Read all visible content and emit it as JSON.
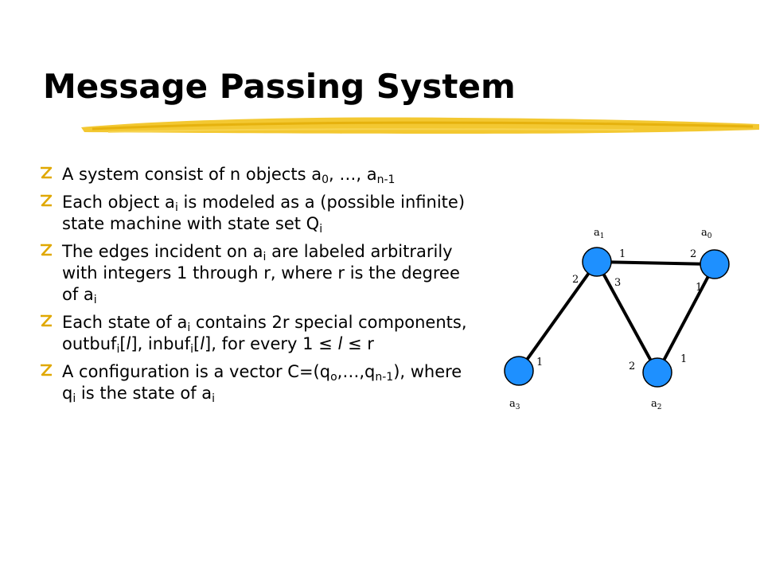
{
  "slide": {
    "title": "Message Passing System",
    "accent_color": "#f2c21b"
  },
  "bullets": [
    {
      "parts": [
        "A system consist of n objects a",
        "0",
        ", …, a",
        "n-1"
      ]
    },
    {
      "parts": [
        "Each object a",
        "i",
        " is modeled as a (possible infinite) state machine with state set Q",
        "i"
      ]
    },
    {
      "parts": [
        "The edges incident on a",
        "i",
        " are labeled arbitrarily with integers 1 through r, where r is the degree of a",
        "i"
      ]
    },
    {
      "parts": [
        "Each state of a",
        "i",
        "  contains 2r special components, outbuf",
        "i",
        "[",
        "l",
        "], inbuf",
        "i",
        "[",
        "l",
        "], for every 1 ≤ ",
        "l",
        " ≤ r"
      ]
    },
    {
      "parts": [
        "A configuration is a vector C=(q",
        "o",
        ",…,q",
        "n-1",
        "), where q",
        "i",
        " is the state of a",
        "i"
      ]
    }
  ],
  "diagram": {
    "node_color": "#1e90ff",
    "nodes": [
      {
        "id": "a1",
        "label": "a",
        "sub": "1"
      },
      {
        "id": "a0",
        "label": "a",
        "sub": "0"
      },
      {
        "id": "a3",
        "label": "a",
        "sub": "3"
      },
      {
        "id": "a2",
        "label": "a",
        "sub": "2"
      }
    ],
    "edge_labels": [
      "1",
      "2",
      "2",
      "3",
      "1",
      "1",
      "2",
      "1"
    ]
  }
}
